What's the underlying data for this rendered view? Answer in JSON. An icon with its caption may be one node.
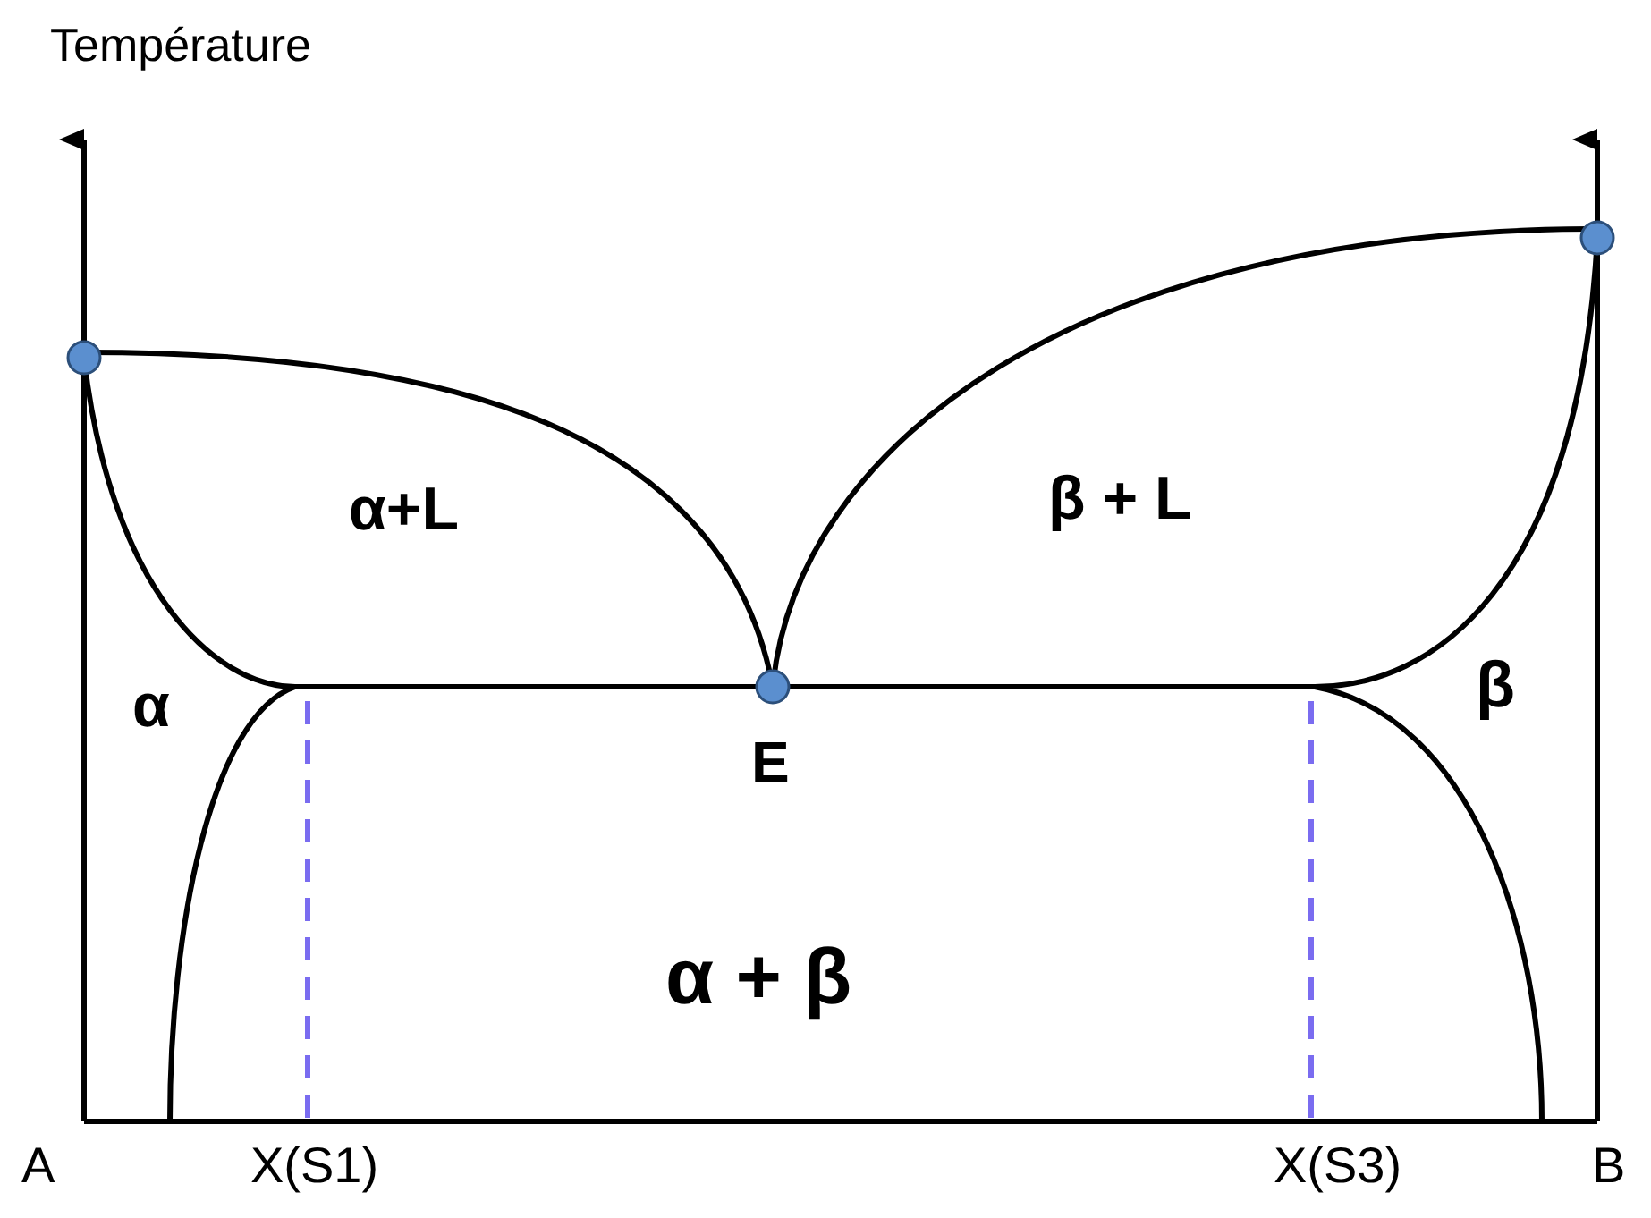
{
  "diagram": {
    "labels": [
      "Température",
      "α+L",
      "β + L",
      "α",
      "β",
      "E",
      "α + β",
      "A",
      "X(S1)",
      "X(S3)",
      "B"
    ]
  }
}
